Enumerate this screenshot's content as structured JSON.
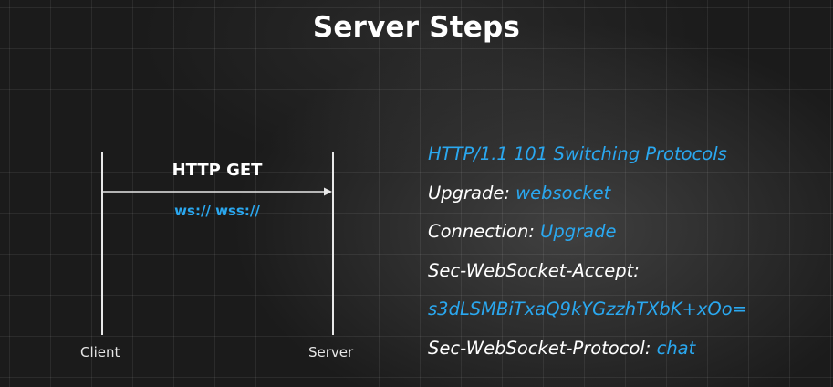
{
  "title": "Server Steps",
  "diagram": {
    "request_label": "HTTP GET",
    "scheme_label": "ws:// wss://",
    "client_label": "Client",
    "server_label": "Server"
  },
  "response": {
    "status_line": "HTTP/1.1 101 Switching Protocols",
    "headers": [
      {
        "key": "Upgrade",
        "sep": ": ",
        "value": "websocket"
      },
      {
        "key": "Connection",
        "sep": ": ",
        "value": "Upgrade"
      },
      {
        "key": "Sec-WebSocket-Accept",
        "sep": ":",
        "value": ""
      },
      {
        "key": "",
        "sep": "",
        "value": "s3dLSMBiTxaQ9kYGzzhTXbK+xOo="
      },
      {
        "key": "Sec-WebSocket-Protocol",
        "sep": ": ",
        "value": "chat"
      }
    ]
  },
  "colors": {
    "accent": "#2aa8f0",
    "text": "#ffffff",
    "background": "#1b1b1b"
  }
}
